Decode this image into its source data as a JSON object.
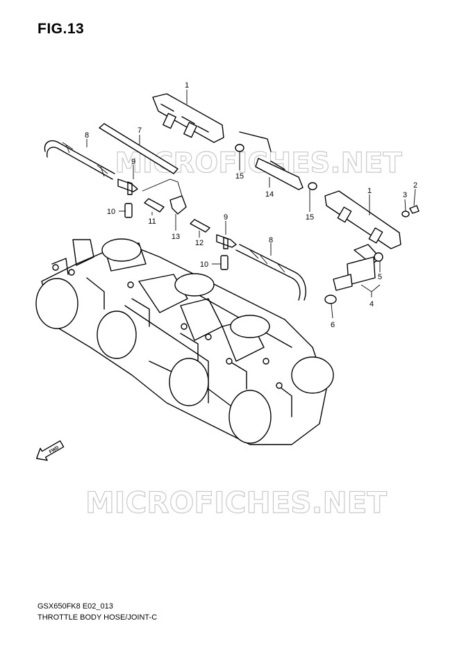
{
  "figure": {
    "title": "FIG.13"
  },
  "footer": {
    "model_code": "GSX650FK8 E02_013",
    "caption": "THROTTLE BODY HOSE/JOINT-C"
  },
  "watermark": {
    "text": "MICROFICHES.NET"
  },
  "arrow": {
    "label": "FWD"
  },
  "callouts": [
    {
      "id": "c1a",
      "number": "1"
    },
    {
      "id": "c7",
      "number": "7"
    },
    {
      "id": "c8a",
      "number": "8"
    },
    {
      "id": "c9a",
      "number": "9"
    },
    {
      "id": "c10a",
      "number": "10"
    },
    {
      "id": "c11",
      "number": "11"
    },
    {
      "id": "c13",
      "number": "13"
    },
    {
      "id": "c12",
      "number": "12"
    },
    {
      "id": "c9b",
      "number": "9"
    },
    {
      "id": "c10b",
      "number": "10"
    },
    {
      "id": "c8b",
      "number": "8"
    },
    {
      "id": "c15a",
      "number": "15"
    },
    {
      "id": "c14",
      "number": "14"
    },
    {
      "id": "c15b",
      "number": "15"
    },
    {
      "id": "c1b",
      "number": "1"
    },
    {
      "id": "c3",
      "number": "3"
    },
    {
      "id": "c2",
      "number": "2"
    },
    {
      "id": "c5",
      "number": "5"
    },
    {
      "id": "c4",
      "number": "4"
    },
    {
      "id": "c6",
      "number": "6"
    }
  ]
}
